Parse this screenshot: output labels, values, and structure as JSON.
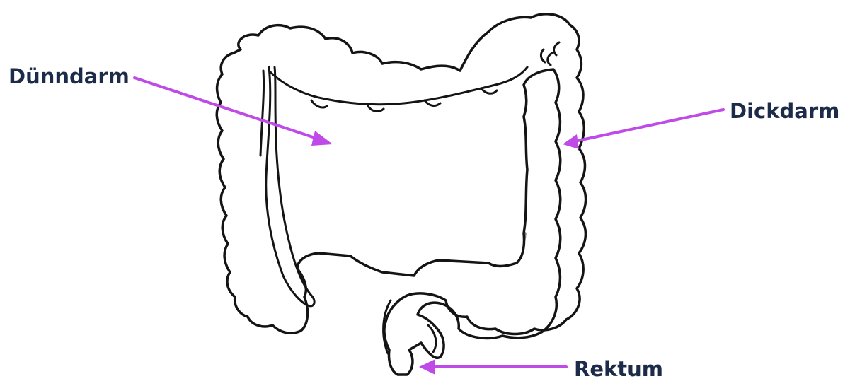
{
  "labels": {
    "small_intestine": "Dünndarm",
    "large_intestine": "Dickdarm",
    "rectum": "Rektum"
  },
  "colors": {
    "text": "#1c2b4a",
    "arrow": "#c04ae8",
    "outline": "#141414",
    "small_intestine_stroke": "#7a7a7a"
  }
}
